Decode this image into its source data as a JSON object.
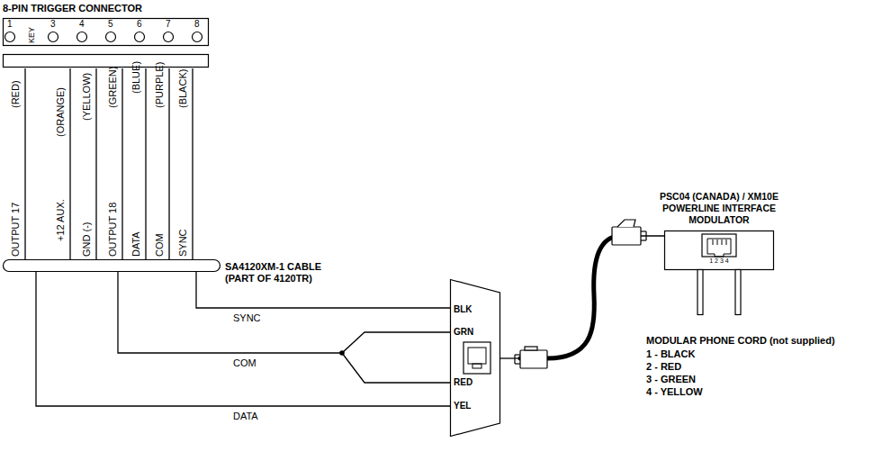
{
  "diagram": {
    "nodes": [
      {
        "text": [
          "8-PIN TRIGGER CONNECTOR"
        ]
      },
      {
        "text": [
          "SA4120XM-1 CABLE (PART OF 4120TR)"
        ]
      },
      {
        "text": [
          "BLK",
          "GRN",
          "RED",
          "YEL"
        ]
      },
      {
        "text": [
          "PSC04 (CANADA) / XM10E POWERLINE INTERFACE MODULATOR",
          "1 2 3 4"
        ]
      }
    ],
    "edges": [
      {
        "from": 0,
        "to": 1,
        "arrow": "none"
      },
      {
        "from": 0,
        "to": 1,
        "arrow": "none"
      },
      {
        "from": 0,
        "to": 1,
        "arrow": "none"
      },
      {
        "from": 0,
        "to": 1,
        "arrow": "none"
      },
      {
        "from": 0,
        "to": 1,
        "arrow": "none"
      },
      {
        "from": 0,
        "to": 1,
        "arrow": "none"
      },
      {
        "from": 0,
        "to": 1,
        "arrow": "none"
      },
      {
        "from": 1,
        "to": 2,
        "label": "SYNC",
        "arrow": "none"
      },
      {
        "from": 1,
        "to": 2,
        "label": "COM",
        "arrow": "none"
      },
      {
        "from": 1,
        "to": 2,
        "label": "DATA",
        "arrow": "none"
      },
      {
        "from": 2,
        "to": 3,
        "arrow": "none"
      }
    ],
    "labels": [
      "1",
      "KEY",
      "3",
      "4",
      "5",
      "6",
      "7",
      "8",
      "OUTPUT 17",
      "(RED)",
      "+12 AUX.",
      "(ORANGE)",
      "GND (-)",
      "(YELLOW)",
      "OUTPUT 18",
      "(GREEN)",
      "DATA",
      "(BLUE)",
      "COM",
      "(PURPLE)",
      "SYNC",
      "(BLACK)",
      "MODULAR PHONE CORD (not supplied)",
      "1 - BLACK",
      "2 - RED",
      "3 - GREEN",
      "4 - YELLOW"
    ]
  }
}
